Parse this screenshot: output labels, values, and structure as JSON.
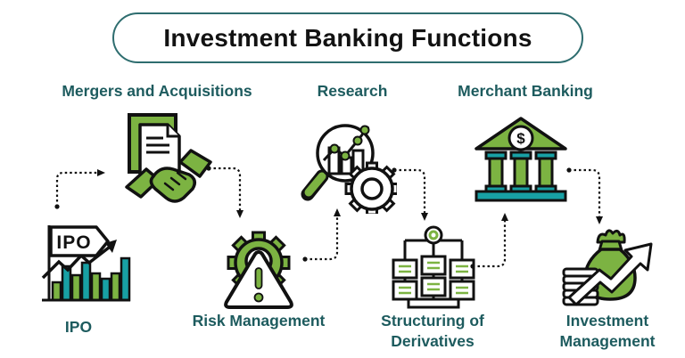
{
  "title": "Investment Banking Functions",
  "colors": {
    "green": "#7cb342",
    "teal": "#18a0a4",
    "label_teal": "#1d5b5e",
    "pill_border": "#2e6d6f",
    "outline": "#111111"
  },
  "functions": {
    "mergers": {
      "label": "Mergers and Acquisitions",
      "icon": "document-handshake-icon"
    },
    "research": {
      "label": "Research",
      "icon": "magnifier-chart-gear-icon"
    },
    "merchant": {
      "label": "Merchant Banking",
      "icon": "bank-building-icon"
    },
    "ipo": {
      "label": "IPO",
      "icon": "ipo-flag-bar-chart-icon"
    },
    "risk": {
      "label": "Risk Management",
      "icon": "gear-warning-triangle-icon"
    },
    "derivatives": {
      "label": "Structuring of Derivatives",
      "icon": "hierarchy-flowchart-icon"
    },
    "investment": {
      "label": "Investment Management",
      "icon": "money-bag-growth-arrow-icon"
    }
  },
  "icon_text": {
    "ipo_flag": "IPO",
    "bank_dollar": "$"
  },
  "flow_order": [
    "IPO",
    "Mergers and Acquisitions",
    "Risk Management",
    "Research",
    "Structuring of Derivatives",
    "Merchant Banking",
    "Investment Management"
  ]
}
